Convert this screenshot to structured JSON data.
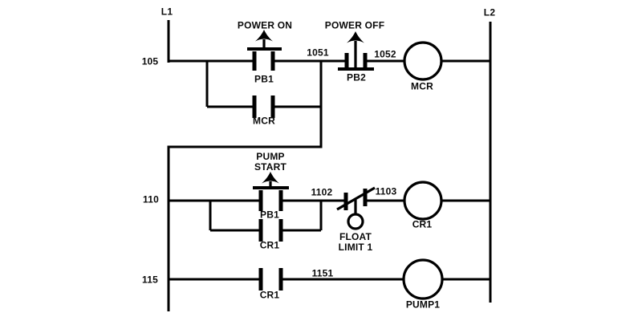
{
  "rails": {
    "left_label": "L1",
    "right_label": "L2"
  },
  "rungs": [
    {
      "number": "105",
      "power_on_button": {
        "caption": "POWER ON",
        "label": "PB1",
        "type": "NO pushbutton"
      },
      "power_off_button": {
        "caption": "POWER OFF",
        "label": "PB2",
        "type": "NC pushbutton"
      },
      "seal_in_contact": {
        "label": "MCR",
        "type": "NO contact"
      },
      "coil": {
        "label": "MCR"
      },
      "wire_numbers": {
        "after_power_on": "1051",
        "after_power_off": "1052"
      }
    },
    {
      "number": "110",
      "pump_start_button": {
        "caption": "PUMP START",
        "label": "PB1",
        "type": "NO pushbutton"
      },
      "float_switch": {
        "caption": "FLOAT LIMIT 1",
        "type": "NC float switch"
      },
      "seal_in_contact": {
        "label": "CR1",
        "type": "NO contact"
      },
      "coil": {
        "label": "CR1"
      },
      "wire_numbers": {
        "after_pump_start": "1102",
        "after_float_switch": "1103"
      }
    },
    {
      "number": "115",
      "contact": {
        "label": "CR1",
        "type": "NO contact"
      },
      "coil": {
        "label": "PUMP1"
      },
      "wire_numbers": {
        "after_contact": "1151"
      }
    }
  ],
  "colors": {
    "line": "#000000",
    "background": "#ffffff"
  }
}
